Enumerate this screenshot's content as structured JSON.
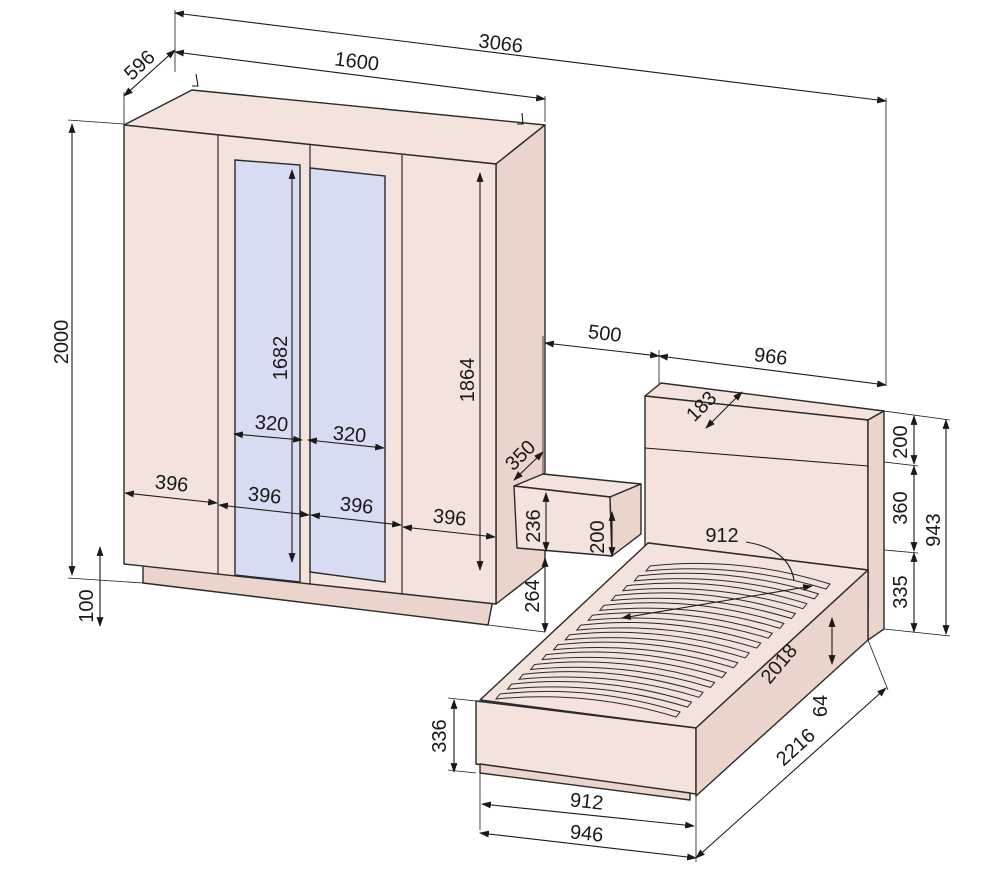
{
  "wardrobe": {
    "total_width": "3066",
    "depth": "596",
    "width": "1600",
    "height": "2000",
    "plinth": "100",
    "door_widths": [
      "396",
      "396",
      "396",
      "396"
    ],
    "mirror_height": "1682",
    "mirror_widths": [
      "320",
      "320"
    ],
    "inner_height": "1864"
  },
  "nightstand": {
    "gap": "500",
    "depth": "350",
    "height": "236",
    "drawer": "200",
    "elevation": "264"
  },
  "bed": {
    "headboard_width": "966",
    "headboard_depth": "183",
    "panel_top": "200",
    "panel_mid": "360",
    "panel_low": "335",
    "headboard_height": "943",
    "slat_width": "912",
    "slat_length": "2018",
    "frame_height": "336",
    "leg": "64",
    "length": "2216",
    "inner_width": "912",
    "outer_width": "946"
  },
  "colors": {
    "wood": "#f3e3dc",
    "glass": "#d8dcf2",
    "line": "#1a1a1a"
  }
}
